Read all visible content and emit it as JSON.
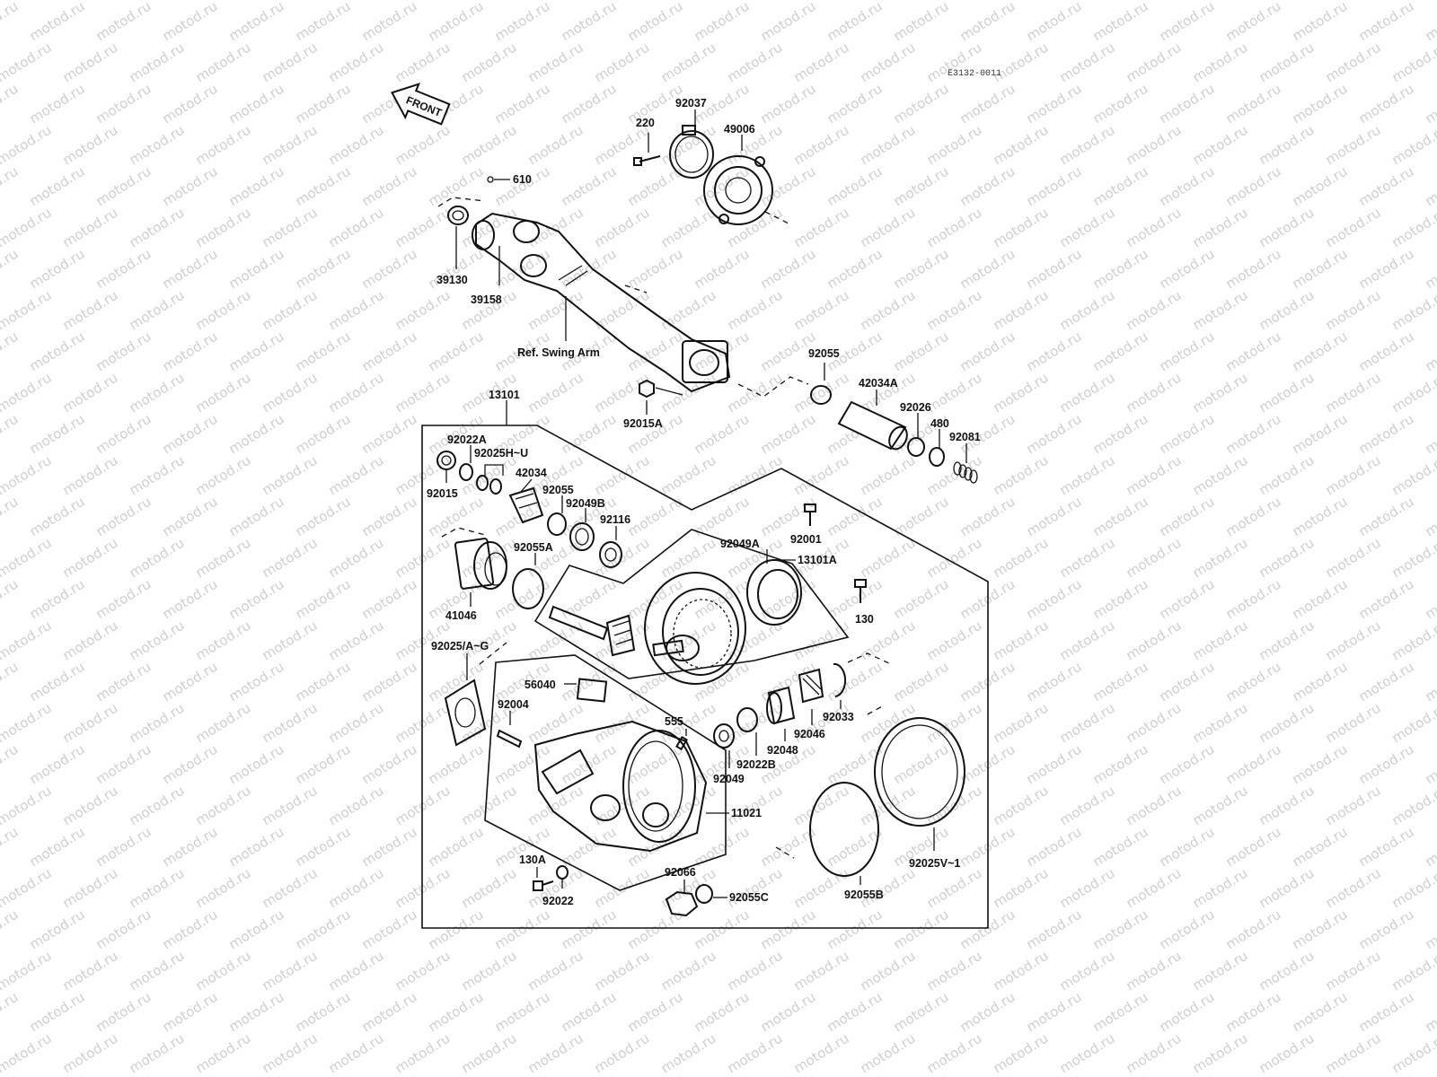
{
  "watermark": {
    "text": "motod.ru",
    "color": "#cfcfcf"
  },
  "corner_code": "E3132-0011",
  "front_arrow_label": "FRONT",
  "labels": {
    "p220": "220",
    "p92037": "92037",
    "p49006": "49006",
    "p610": "610",
    "p39130": "39130",
    "p39158": "39158",
    "ref_swing_arm": "Ref. Swing Arm",
    "p92055_top": "92055",
    "p42034A": "42034A",
    "p92026": "92026",
    "p480": "480",
    "p92081": "92081",
    "p92015A": "92015A",
    "p13101": "13101",
    "p92022A": "92022A",
    "p92025HU": "92025H~U",
    "p42034": "42034",
    "p92015": "92015",
    "p92055_mid": "92055",
    "p92049B": "92049B",
    "p92116": "92116",
    "p92055A": "92055A",
    "p92001": "92001",
    "p92049A": "92049A",
    "p13101A": "13101A",
    "p41046": "41046",
    "p130": "130",
    "p92025AG": "92025/A~G",
    "p56040": "56040",
    "p92004": "92004",
    "p555": "555",
    "p92033": "92033",
    "p92046": "92046",
    "p92048": "92048",
    "p92022B": "92022B",
    "p92049": "92049",
    "p11021": "11021",
    "p130A": "130A",
    "p92022": "92022",
    "p92066": "92066",
    "p92055C": "92055C",
    "p92055B": "92055B",
    "p92025V1": "92025V~1"
  }
}
